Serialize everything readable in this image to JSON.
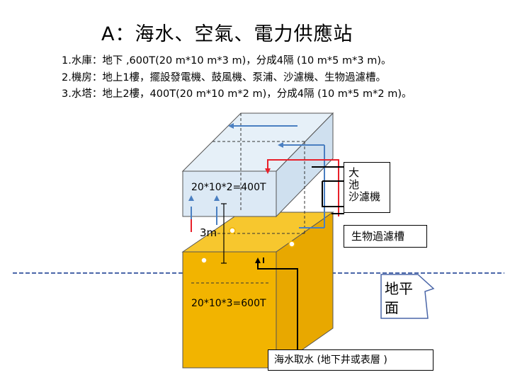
{
  "title": "A：海水、空氣、電力供應站",
  "specs": [
    "1.水庫：地下 ,600T(20 m*10 m*3 m)，分成4隔 (10 m*5 m*3 m)。",
    "2.機房：地上1樓，擺設發電機、鼓風機、泵浦、沙濾機、生物過濾槽。",
    "3.水塔：地上2樓，400T(20 m*10 m*2 m)，分成4隔 (10 m*5 m*2 m)。"
  ],
  "labels": {
    "upper_tank": "20*10*2=400T",
    "lower_tank": "20*10*3=600T",
    "height": "3m"
  },
  "boxes": {
    "pool_line1": "大",
    "pool_line2": "池",
    "pool_line3": "沙濾機",
    "biofilter": "生物過濾槽",
    "intake": "海水取水 (地下井或表層 )"
  },
  "callout": {
    "line1": "地平",
    "line2": "面"
  },
  "colors": {
    "upper_tank": "#dce9f5",
    "lower_tank": "#f2b400",
    "lower_tank_top": "#f7c72e",
    "pipe_red": "#e8202a",
    "pipe_blue": "#4a7fc1",
    "ground_line": "#4a66a8"
  }
}
